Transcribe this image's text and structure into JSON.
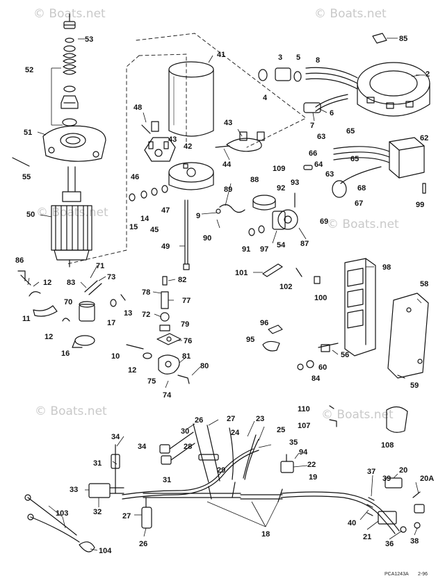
{
  "watermark": "© Boats.net",
  "footer": {
    "drawing_code": "PCA1243A",
    "date": "2-96"
  },
  "callouts": {
    "c41": "41",
    "c3": "3",
    "c5": "5",
    "c8": "8",
    "c4": "4",
    "c6": "6",
    "c7": "7",
    "c2": "2",
    "c85": "85",
    "c53": "53",
    "c52": "52",
    "c51": "51",
    "c55": "55",
    "c50": "50",
    "c48": "48",
    "c43a": "43",
    "c43b": "43",
    "c42": "42",
    "c44": "44",
    "c46": "46",
    "c47": "47",
    "c45": "45",
    "c14": "14",
    "c15": "15",
    "c49": "49",
    "c9": "9",
    "c90": "90",
    "c89": "89",
    "c88": "88",
    "c92": "92",
    "c93": "93",
    "c109": "109",
    "c63a": "63",
    "c65a": "65",
    "c66": "66",
    "c64": "64",
    "c65b": "65",
    "c63b": "63",
    "c62": "62",
    "c68": "68",
    "c67": "67",
    "c69": "69",
    "c99": "99",
    "c87": "87",
    "c54": "54",
    "c97": "97",
    "c91": "91",
    "c86": "86",
    "c12a": "12",
    "c83": "83",
    "c71": "71",
    "c73": "73",
    "c70": "70",
    "c13": "13",
    "c17": "17",
    "c11": "11",
    "c12b": "12",
    "c16": "16",
    "c82": "82",
    "c78": "78",
    "c77": "77",
    "c72": "72",
    "c79": "79",
    "c76": "76",
    "c10": "10",
    "c12c": "12",
    "c81": "81",
    "c80": "80",
    "c75": "75",
    "c74": "74",
    "c101": "101",
    "c102": "102",
    "c100": "100",
    "c98": "98",
    "c58": "58",
    "c96": "96",
    "c95": "95",
    "c56": "56",
    "c60": "60",
    "c84": "84",
    "c59": "59",
    "c110": "110",
    "c107": "107",
    "c108": "108",
    "c26a": "26",
    "c27a": "27",
    "c23": "23",
    "c24": "24",
    "c25": "25",
    "c30": "30",
    "c34a": "34",
    "c28": "28",
    "c29": "29",
    "c35": "35",
    "c94": "94",
    "c22": "22",
    "c19": "19",
    "c34b": "34",
    "c31a": "31",
    "c31b": "31",
    "c33": "33",
    "c32": "32",
    "c27b": "27",
    "c26b": "26",
    "c18": "18",
    "c37": "37",
    "c20": "20",
    "c20A": "20A",
    "c39": "39",
    "c40": "40",
    "c21": "21",
    "c36": "36",
    "c38": "38",
    "c103": "103",
    "c104": "104"
  }
}
